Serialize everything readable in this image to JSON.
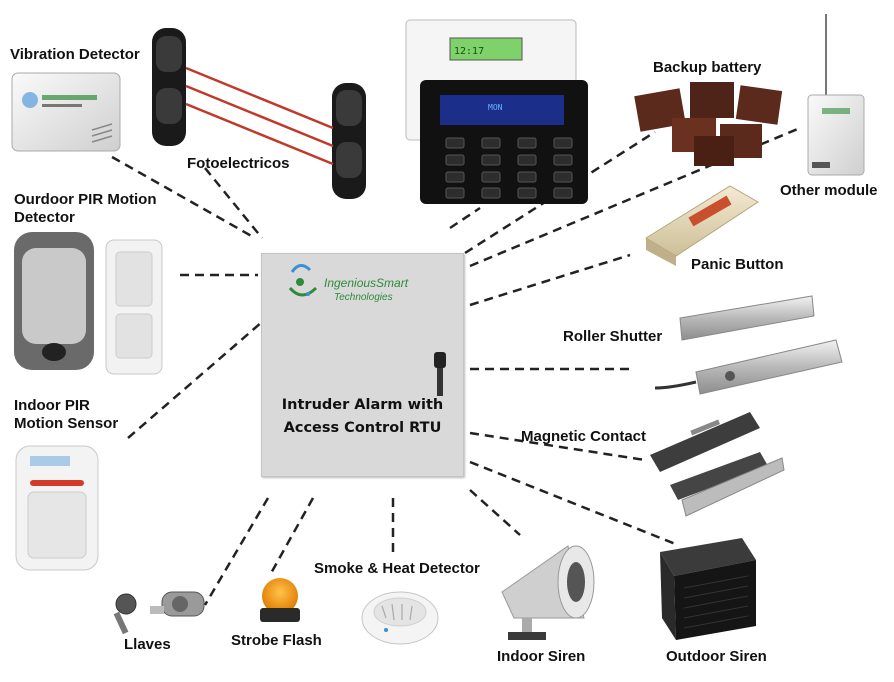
{
  "panel": {
    "brand_line1": "IngeniousSmart",
    "brand_line2": "Technologies",
    "title_line1": "Intruder Alarm with",
    "title_line2": "Access Control RTU"
  },
  "devices": {
    "vibration_detector": "Vibration Detector",
    "fotoelectricos": "Fotoelectricos",
    "outdoor_pir": "Ourdoor PIR Motion Detector",
    "indoor_pir": "Indoor PIR Motion Sensor",
    "backup_battery": "Backup battery",
    "other_module": "Other module",
    "panic_button": "Panic Button",
    "roller_shutter": "Roller Shutter",
    "magnetic_contact": "Magnetic Contact",
    "llaves": "Llaves",
    "strobe_flash": "Strobe Flash",
    "smoke_heat": "Smoke & Heat Detector",
    "indoor_siren": "Indoor Siren",
    "outdoor_siren": "Outdoor Siren"
  },
  "keypad": {
    "lcd_time": "12:17",
    "lcd_text": "MON"
  },
  "colors": {
    "beam": "#c0392b",
    "panel": "#d9d9d9",
    "brand_green": "#2e8b3a",
    "connector": "#222222"
  }
}
